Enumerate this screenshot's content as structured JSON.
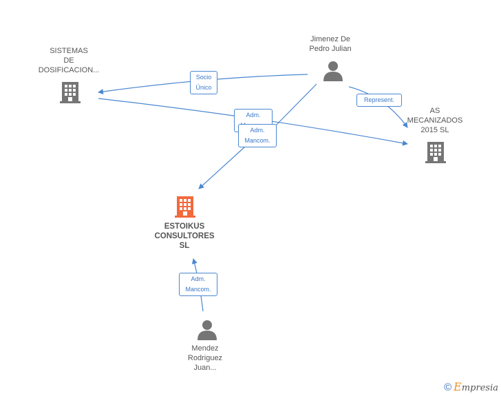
{
  "nodes": {
    "sistemas": {
      "label": "SISTEMAS\nDE\nDOSIFICACION..."
    },
    "jimenez": {
      "label": "Jimenez De\nPedro Julian"
    },
    "as_mecanizados": {
      "label": "AS\nMECANIZADOS\n2015  SL"
    },
    "estoikus": {
      "label": "ESTOIKUS\nCONSULTORES\nSL"
    },
    "mendez": {
      "label": "Mendez\nRodriguez\nJuan..."
    }
  },
  "edges": {
    "socio_unico": {
      "label": "Socio\nÚnico"
    },
    "represent": {
      "label": "Represent."
    },
    "adm_mancom_1": {
      "label": "Adm.\nMancom."
    },
    "adm_mancom_2": {
      "label": "Adm.\nMancom."
    },
    "adm_mancom_3": {
      "label": "Adm.\nMancom."
    }
  },
  "colors": {
    "edge": "#4a87d0",
    "building_gray": "#757575",
    "building_main": "#f26a3d",
    "person": "#757575"
  },
  "footer": {
    "copyright": "©",
    "brand_first": "E",
    "brand_rest": "mpresia"
  }
}
